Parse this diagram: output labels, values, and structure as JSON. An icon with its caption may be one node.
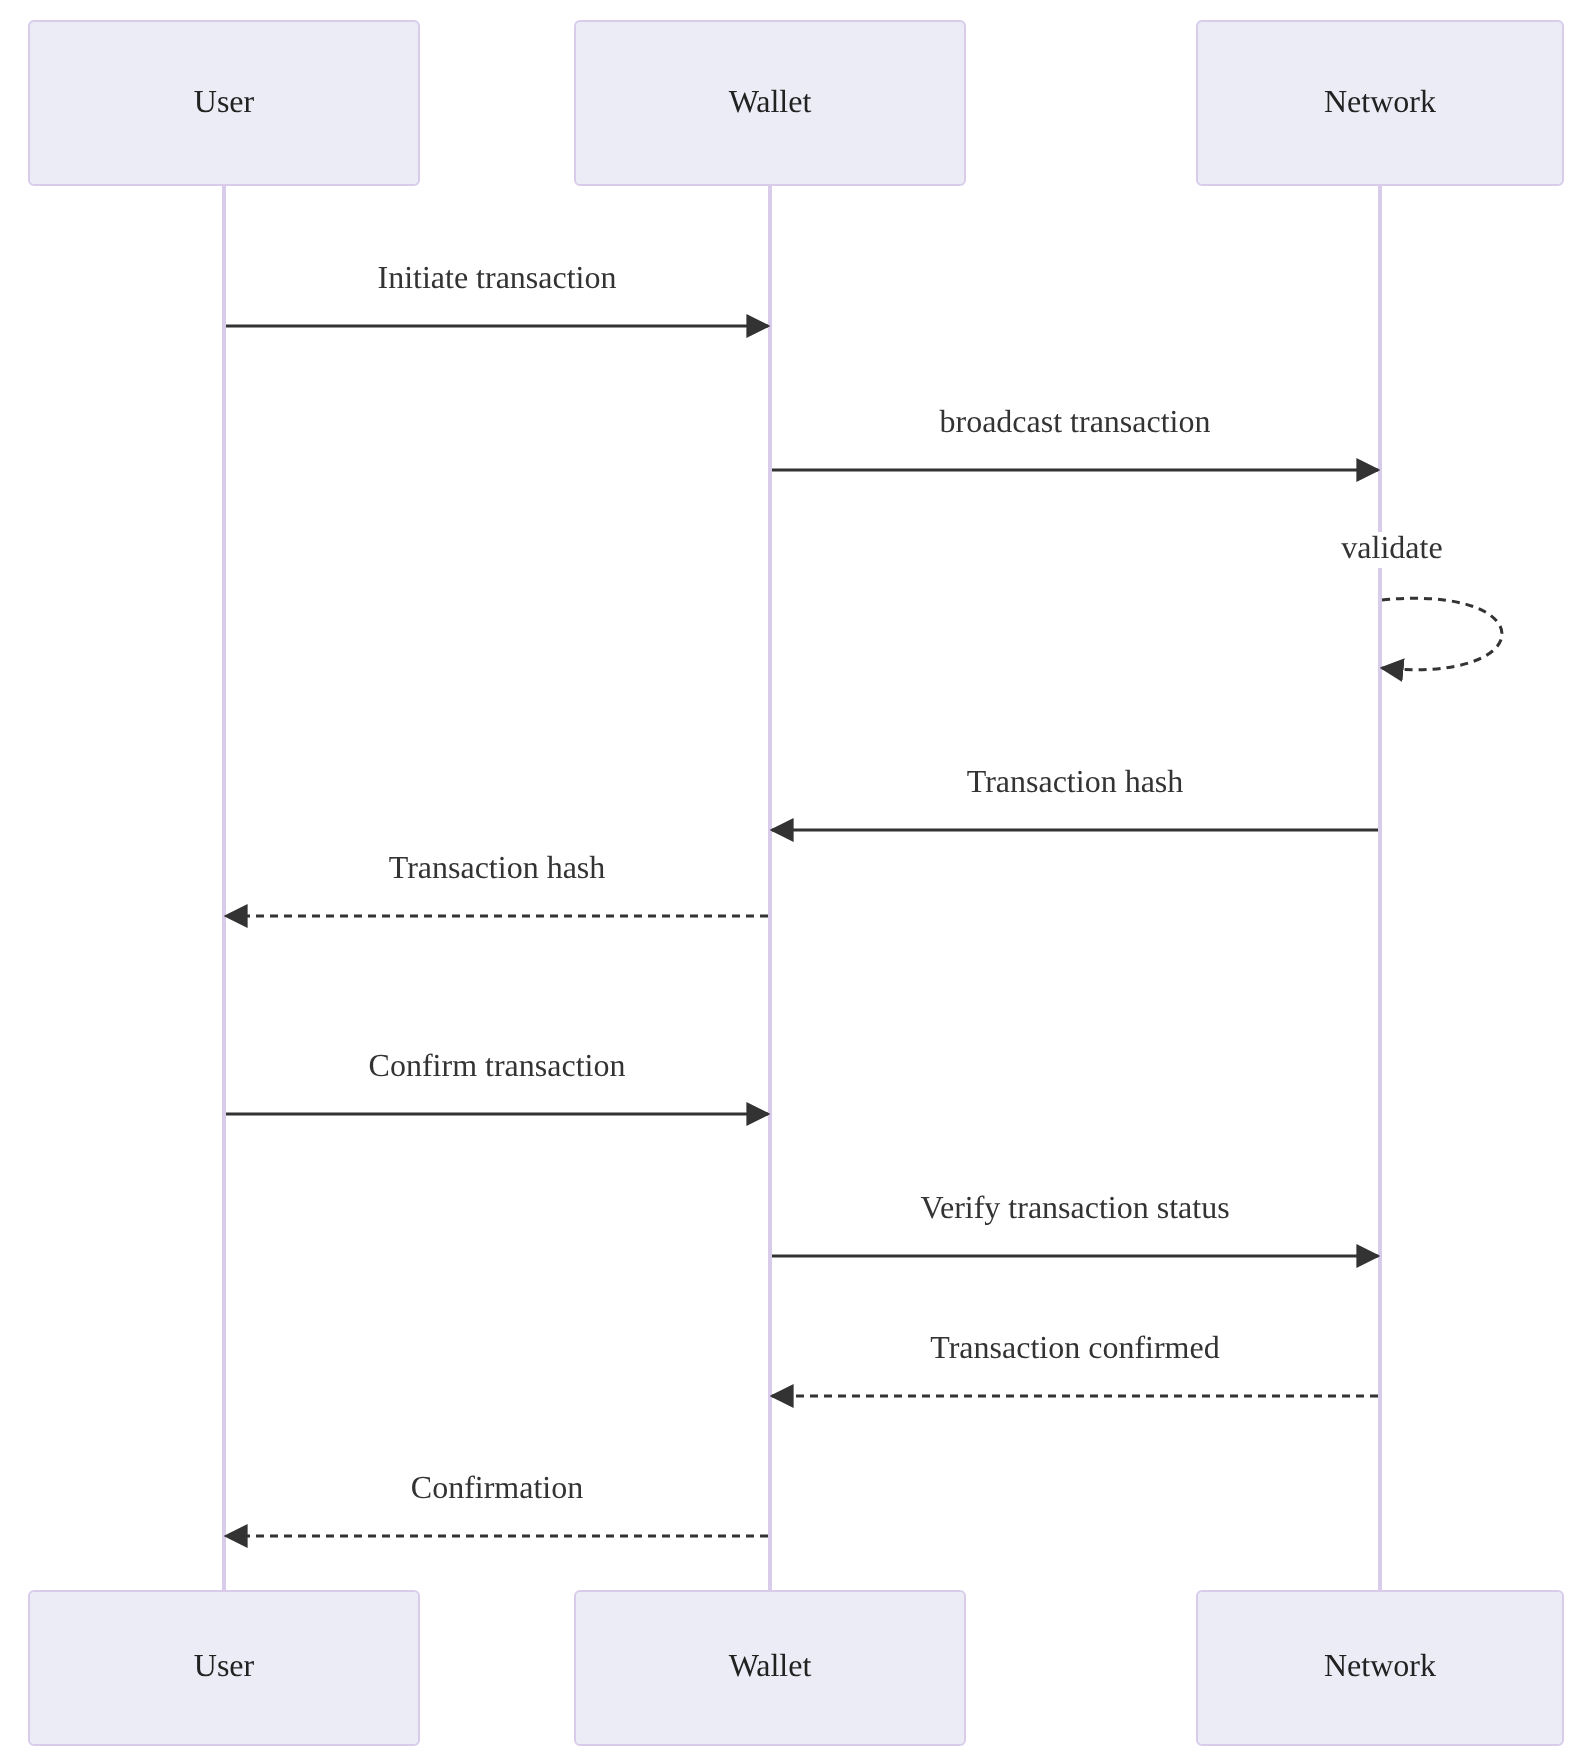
{
  "diagram": {
    "nodes": [
      {
        "text": [
          "User"
        ]
      },
      {
        "text": [
          "Wallet"
        ]
      },
      {
        "text": [
          "Network"
        ]
      },
      {
        "text": [],
        "shape": "bar"
      },
      {
        "text": [],
        "shape": "bar"
      },
      {
        "text": [],
        "shape": "bar"
      },
      {
        "text": [
          "User"
        ]
      },
      {
        "text": [
          "Wallet"
        ]
      },
      {
        "text": [
          "Network"
        ]
      }
    ],
    "edges": [
      {
        "from": 3,
        "to": 4,
        "arrow": "to",
        "label": "Initiate transaction"
      },
      {
        "from": 4,
        "to": 5,
        "arrow": "to",
        "label": "broadcast transaction"
      },
      {
        "from": 5,
        "to": 5,
        "arrow": "to",
        "label": "validate",
        "style": "dashed"
      },
      {
        "from": 5,
        "to": 4,
        "arrow": "to",
        "label": "Transaction hash"
      },
      {
        "from": 4,
        "to": 3,
        "arrow": "to",
        "label": "Transaction hash",
        "style": "dashed"
      },
      {
        "from": 3,
        "to": 4,
        "arrow": "to",
        "label": "Confirm transaction"
      },
      {
        "from": 4,
        "to": 5,
        "arrow": "to",
        "label": "Verify transaction status"
      },
      {
        "from": 5,
        "to": 4,
        "arrow": "to",
        "label": "Transaction confirmed",
        "style": "dashed"
      },
      {
        "from": 4,
        "to": 3,
        "arrow": "to",
        "label": "Confirmation",
        "style": "dashed"
      }
    ]
  }
}
